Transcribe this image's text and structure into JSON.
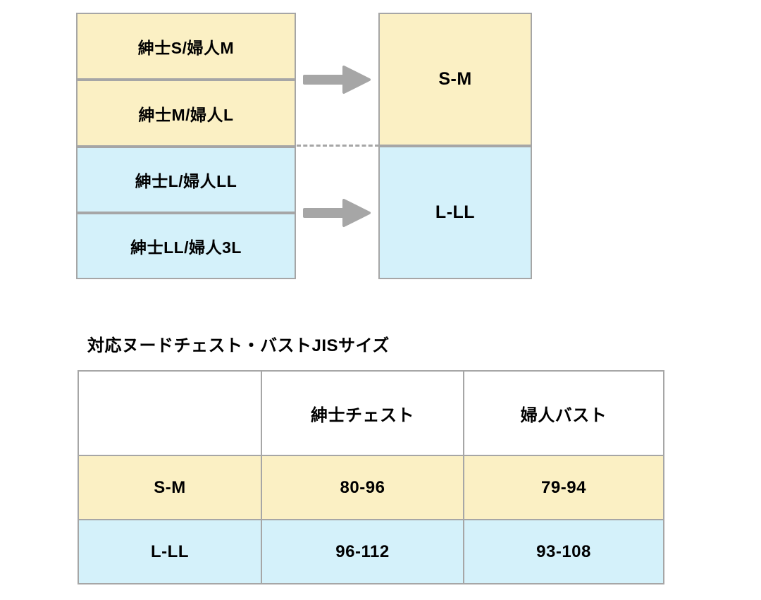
{
  "diagram": {
    "source_groups": [
      {
        "label": "紳士S/婦人M",
        "tone": "yellow"
      },
      {
        "label": "紳士M/婦人L",
        "tone": "yellow"
      },
      {
        "label": "紳士L/婦人LL",
        "tone": "blue"
      },
      {
        "label": "紳士LL/婦人3L",
        "tone": "blue"
      }
    ],
    "target_groups": [
      {
        "label": "S-M",
        "tone": "yellow"
      },
      {
        "label": "L-LL",
        "tone": "blue"
      }
    ],
    "arrows": [
      {
        "name": "arrow-to-s-m"
      },
      {
        "name": "arrow-to-l-ll"
      }
    ],
    "divider": "dashed-divider"
  },
  "table_section": {
    "caption": "対応ヌードチェスト・バストJISサイズ",
    "columns": [
      "",
      "紳士チェスト",
      "婦人バスト"
    ],
    "rows": [
      {
        "tone": "yellow",
        "cells": [
          "S-M",
          "80-96",
          "79-94"
        ]
      },
      {
        "tone": "blue",
        "cells": [
          "L-LL",
          "96-112",
          "93-108"
        ]
      }
    ]
  },
  "colors": {
    "yellow": "#fbf0c4",
    "blue": "#d4f1fa",
    "border": "#a6a6a6",
    "arrow": "#a6a6a6",
    "text": "#000000",
    "background": "#ffffff"
  }
}
